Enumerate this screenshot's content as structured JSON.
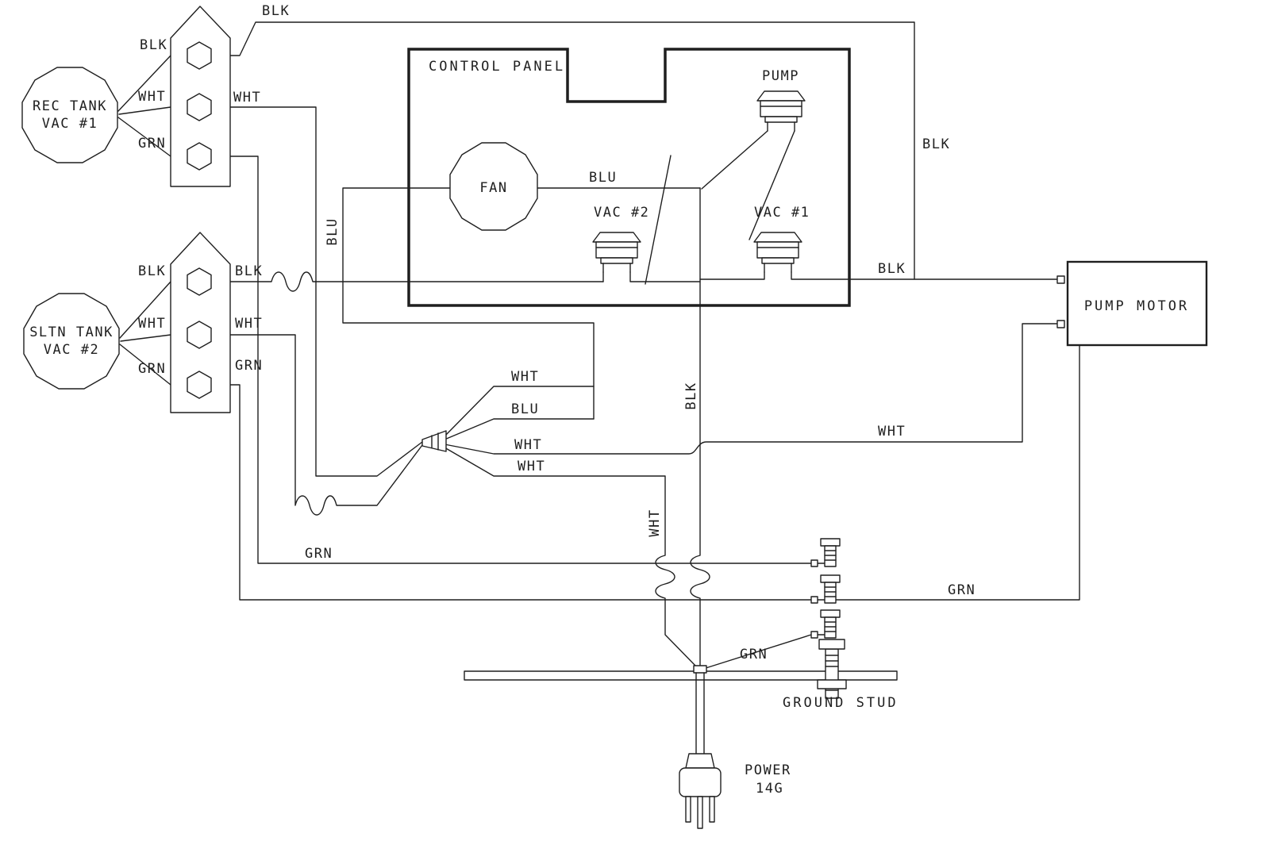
{
  "colors": {
    "ink": "#1f1f1f",
    "background": "#ffffff"
  },
  "tanks": {
    "rec": {
      "line1": "REC TANK",
      "line2": "VAC #1",
      "lead_blk": "BLK",
      "lead_wht": "WHT",
      "lead_grn": "GRN",
      "out_wht": "WHT"
    },
    "sltn": {
      "line1": "SLTN TANK",
      "line2": "VAC #2",
      "lead_blk": "BLK",
      "lead_wht": "WHT",
      "lead_grn": "GRN",
      "out_blk": "BLK",
      "out_wht": "WHT",
      "out_grn": "GRN"
    }
  },
  "control_panel": {
    "title": "CONTROL PANEL",
    "fan_label": "FAN",
    "pump_switch_label": "PUMP",
    "vac2_switch_label": "VAC #2",
    "vac1_switch_label": "VAC #1"
  },
  "pump_motor": {
    "title": "PUMP MOTOR"
  },
  "wire_labels": {
    "blk_top": "BLK",
    "blk_right": "BLK",
    "blk_switch": "BLK",
    "fan_blu": "BLU",
    "blu_riser": "BLU",
    "splice_wht_a": "WHT",
    "splice_blu": "BLU",
    "splice_wht_b": "WHT",
    "splice_wht_c": "WHT",
    "blk_riser": "BLK",
    "wht_riser": "WHT",
    "wht_motor": "WHT",
    "grn_left": "GRN",
    "grn_right": "GRN",
    "grn_ground": "GRN"
  },
  "ground": {
    "stud_label": "GROUND STUD"
  },
  "power": {
    "line1": "POWER",
    "line2": "14G"
  }
}
